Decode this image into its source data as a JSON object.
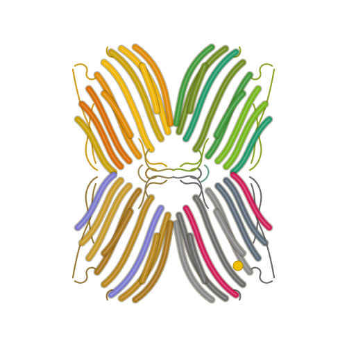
{
  "image": {
    "background": "#ffffff",
    "subject": "protein-ribbon-structure"
  },
  "chains": [
    {
      "id": "A",
      "quadrant": "top-left",
      "colors": [
        "#f0b400",
        "#e08a00",
        "#d96a00",
        "#c9a000"
      ],
      "coil": "#d19a1c"
    },
    {
      "id": "B",
      "quadrant": "top-right",
      "colors": [
        "#6e8f20",
        "#3e9a3a",
        "#74b91a",
        "#1f9a6a"
      ],
      "coil": "#8aa52a"
    },
    {
      "id": "C",
      "quadrant": "bottom-left",
      "colors": [
        "#b8861b",
        "#a8741c",
        "#c99a2a",
        "#7a7ad0"
      ],
      "coil": "#9a7a3a"
    },
    {
      "id": "D",
      "quadrant": "bottom-right",
      "colors": [
        "#6c6c6c",
        "#8a8a8a",
        "#5a6a78",
        "#d11c5a"
      ],
      "coil": "#6a6a6a"
    }
  ],
  "ligand_color": "#f0c000"
}
